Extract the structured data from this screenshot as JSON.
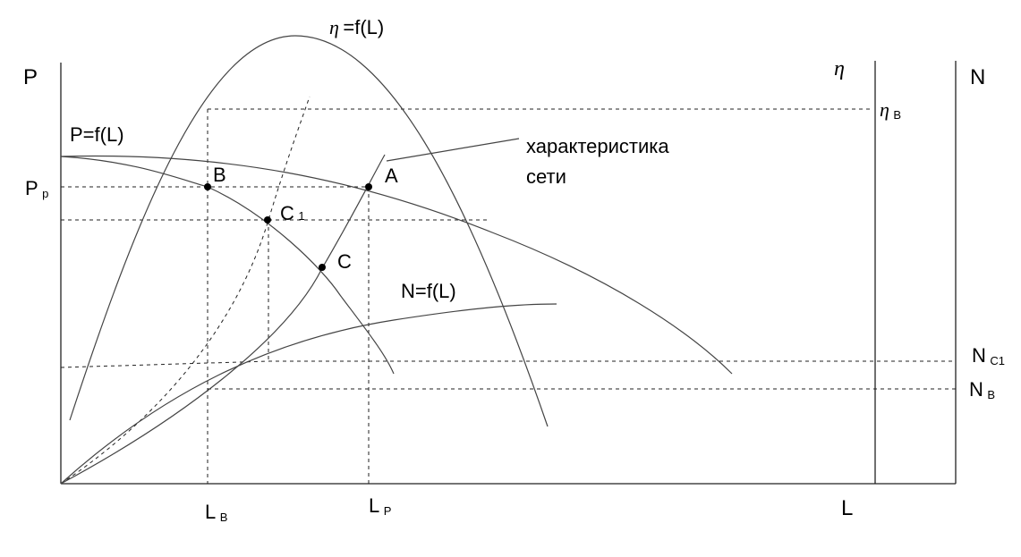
{
  "diagram": {
    "axes": {
      "left_label": "P",
      "right_label": "N",
      "x_label": "L",
      "eta_label": "η"
    },
    "curves": {
      "eta": {
        "label_greek": "η",
        "label_text": "=f(L)"
      },
      "pressure": {
        "label": "P=f(L)"
      },
      "power": {
        "label": "N=f(L)"
      },
      "network": {
        "label_line1": "характеристика",
        "label_line2": "сети"
      }
    },
    "points": {
      "A": "A",
      "B": "B",
      "C": "C",
      "C1": {
        "main": "C",
        "sub": "1"
      }
    },
    "ticks": {
      "Pp": {
        "main": "P",
        "sub": "p"
      },
      "LB": {
        "main": "L",
        "sub": "B"
      },
      "LP": {
        "main": "L",
        "sub": "P"
      },
      "etaB": {
        "greek": "η",
        "sub": "B"
      },
      "NC1": {
        "main": "N",
        "sub": "C1"
      },
      "NB": {
        "main": "N",
        "sub": "B"
      }
    }
  }
}
